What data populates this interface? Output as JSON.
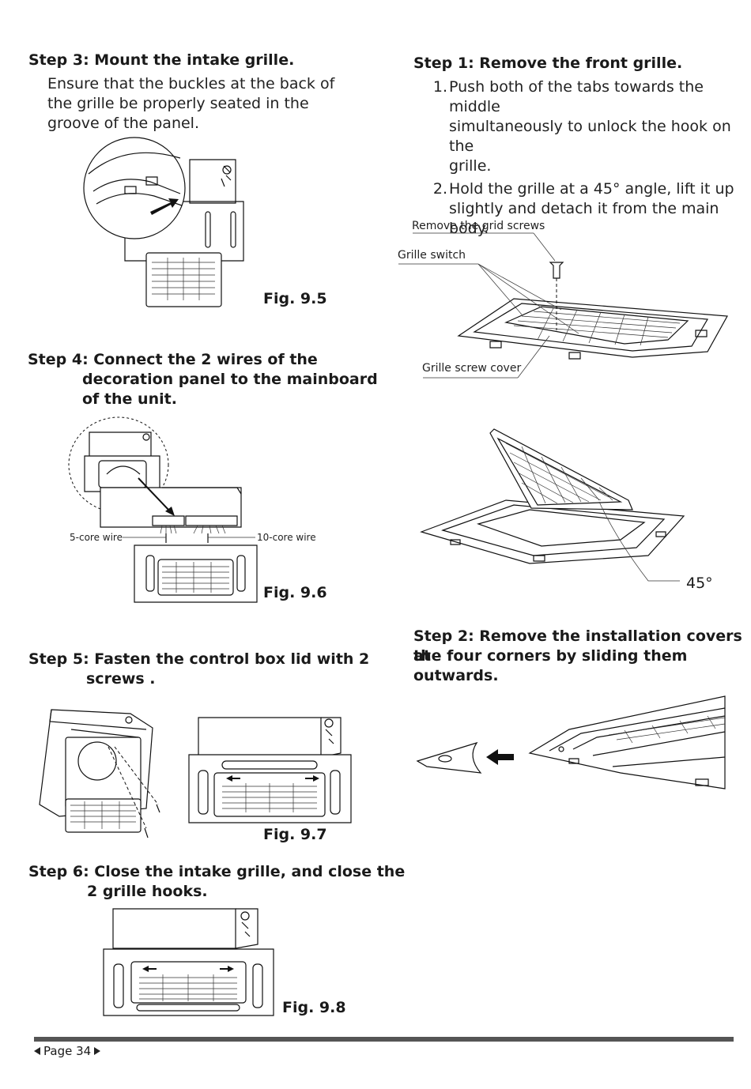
{
  "left": {
    "step3": {
      "title": "Step 3: Mount the intake grille.",
      "text": "Ensure that the buckles at the back of the grille be properly seated in the groove of the panel.",
      "fig": "Fig. 9.5"
    },
    "step4": {
      "title_line1": "Step 4: Connect the 2 wires of the",
      "title_line2": "decoration panel to the mainboard",
      "title_line3": "of the unit.",
      "callout_5core": "5-core wire",
      "callout_10core": "10-core wire",
      "fig": "Fig. 9.6"
    },
    "step5": {
      "title_line1": "Step 5: Fasten the control box lid with 2",
      "title_line2": "screws .",
      "fig": "Fig. 9.7"
    },
    "step6": {
      "title_line1": "Step 6: Close the intake grille, and close the",
      "title_line2": "2 grille hooks.",
      "fig": "Fig. 9.8"
    }
  },
  "right": {
    "step1": {
      "title": "Step 1: Remove the front grille.",
      "items": [
        {
          "num": "1.",
          "line1": "Push both of the tabs towards the middle",
          "line2": "simultaneously to unlock the hook on the",
          "line3": "grille."
        },
        {
          "num": "2.",
          "line1": "Hold the grille at a 45° angle, lift it up",
          "line2": "slightly and detach it from the main body."
        }
      ],
      "callout_screws": "Remove the grid screws",
      "callout_switch": "Grille switch",
      "callout_cover": "Grille screw cover",
      "angle": "45°"
    },
    "step2": {
      "title_line1": "Step 2: Remove the installation covers at",
      "title_line2": "the four corners by sliding them outwards."
    }
  },
  "footer": {
    "page": "Page 34"
  }
}
